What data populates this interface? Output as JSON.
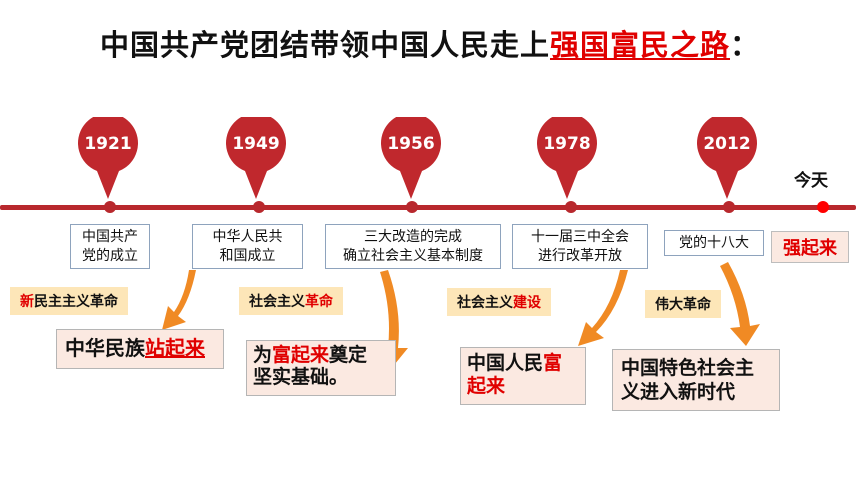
{
  "title": {
    "main": "中国共产党团结带领中国人民走上",
    "highlight": "强国富民之路",
    "colon": "："
  },
  "timeline": {
    "years": [
      "1921",
      "1949",
      "1956",
      "1978",
      "2012"
    ],
    "today": "今天"
  },
  "events": [
    [
      "中国共产",
      "党的成立"
    ],
    [
      "中华人民共",
      "和国成立"
    ],
    [
      "三大改造的完成",
      "确立社会主义基本制度"
    ],
    [
      "十一届三中全会",
      "进行改革开放"
    ],
    [
      "党的十八大"
    ]
  ],
  "phases": {
    "p1": {
      "red": "新",
      "black": "民主主义革命"
    },
    "p2": {
      "black": "社会主义",
      "red": "革命"
    },
    "p3": {
      "black": "社会主义",
      "red": "建设"
    },
    "p4": {
      "black": "伟大革命"
    }
  },
  "results": {
    "r1": {
      "black": "中华民族",
      "red": "站起来"
    },
    "r2": {
      "pre": "为",
      "red": "富起来",
      "post1": "奠定",
      "line2": "坚实基础。"
    },
    "r3": {
      "line1_black": "中国人民",
      "line1_red": "富",
      "line2_red": "起来"
    },
    "r4": {
      "line1": "中国特色社会主",
      "line2": "义进入新时代"
    },
    "strong": "强起来"
  },
  "colors": {
    "pin": "#c0282d",
    "line": "#b8282d",
    "arrow": "#f08a24",
    "highlight": "#e00000",
    "phase_bg": "#fde6b8",
    "result_bg": "#fbe9e1"
  }
}
